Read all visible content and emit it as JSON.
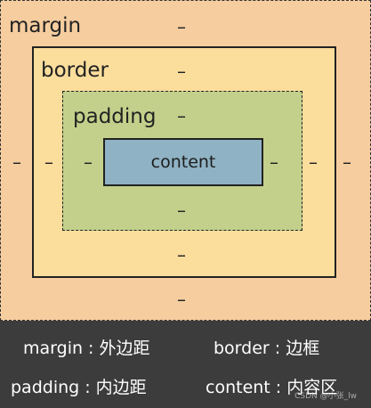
{
  "diagram": {
    "margin_label": "margin",
    "border_label": "border",
    "padding_label": "padding",
    "content_label": "content",
    "dash": "–"
  },
  "legend": {
    "margin": "margin : 外边距",
    "border": "border : 边框",
    "padding": "padding : 内边距",
    "content": "content : 内容区"
  },
  "watermark": "CSDN @小张_lw"
}
